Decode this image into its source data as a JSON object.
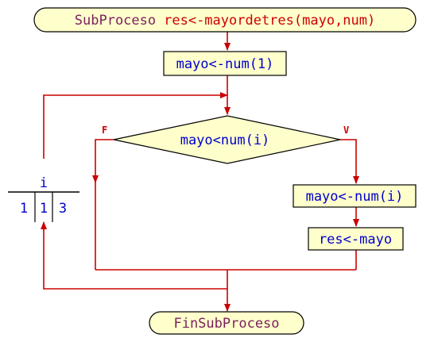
{
  "start": {
    "keyword": "SubProceso",
    "expression": "res<-mayordetres(mayo,num)"
  },
  "assign_init": "mayo<-num(1)",
  "decision": {
    "condition": "mayo<num(i)",
    "false_label": "F",
    "true_label": "V"
  },
  "assign_true_1": "mayo<-num(i)",
  "assign_true_2": "res<-mayo",
  "loop": {
    "variable": "i",
    "start": "1",
    "step": "1",
    "end": "3"
  },
  "end": {
    "keyword": "FinSubProceso"
  },
  "colors": {
    "flow": "#cc0000",
    "shape_fill": "#ffffcc",
    "keyword": "#7a1f5e",
    "variable": "#0000cc"
  }
}
